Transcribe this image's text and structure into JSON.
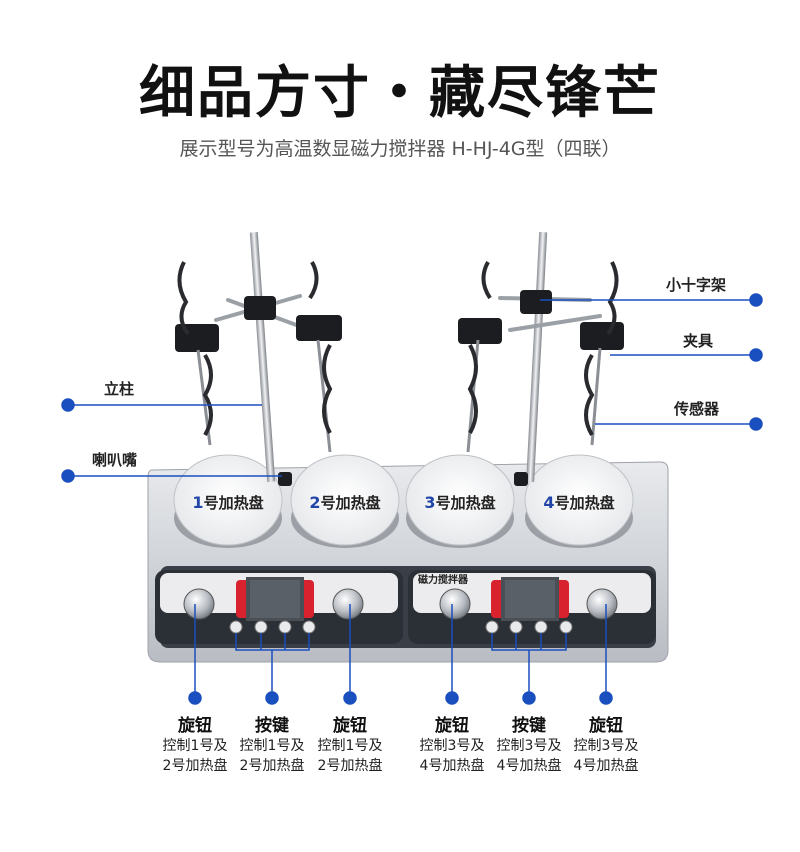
{
  "title": "细品方寸・藏尽锋芒",
  "subtitle": "展示型号为高温数显磁力搅拌器 H-HJ-4G型（四联）",
  "callouts": {
    "cross_clamp": "小十字架",
    "clamp": "夹具",
    "sensor": "传感器",
    "column": "立柱",
    "nozzle": "喇叭嘴"
  },
  "plates": [
    {
      "num": "1",
      "label": "号加热盘"
    },
    {
      "num": "2",
      "label": "号加热盘"
    },
    {
      "num": "3",
      "label": "号加热盘"
    },
    {
      "num": "4",
      "label": "号加热盘"
    }
  ],
  "device": {
    "panel_title": "磁力搅拌器"
  },
  "bottom_labels": [
    {
      "head": "旋钮",
      "line1": "控制1号及",
      "line2": "2号加热盘"
    },
    {
      "head": "按键",
      "line1": "控制1号及",
      "line2": "2号加热盘"
    },
    {
      "head": "旋钮",
      "line1": "控制1号及",
      "line2": "2号加热盘"
    },
    {
      "head": "旋钮",
      "line1": "控制3号及",
      "line2": "4号加热盘"
    },
    {
      "head": "按键",
      "line1": "控制3号及",
      "line2": "4号加热盘"
    },
    {
      "head": "旋钮",
      "line1": "控制3号及",
      "line2": "4号加热盘"
    }
  ],
  "colors": {
    "accent_blue": "#1a4fbf",
    "display_red": "#d8232f",
    "panel_dark": "#2b2f36"
  }
}
